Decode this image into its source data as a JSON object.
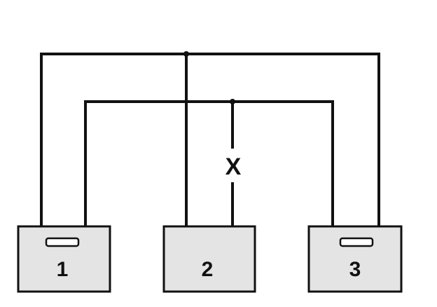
{
  "diagram": {
    "boxes": [
      {
        "id": "1",
        "label": "1"
      },
      {
        "id": "2",
        "label": "2"
      },
      {
        "id": "3",
        "label": "3"
      }
    ],
    "break_label": "X"
  }
}
